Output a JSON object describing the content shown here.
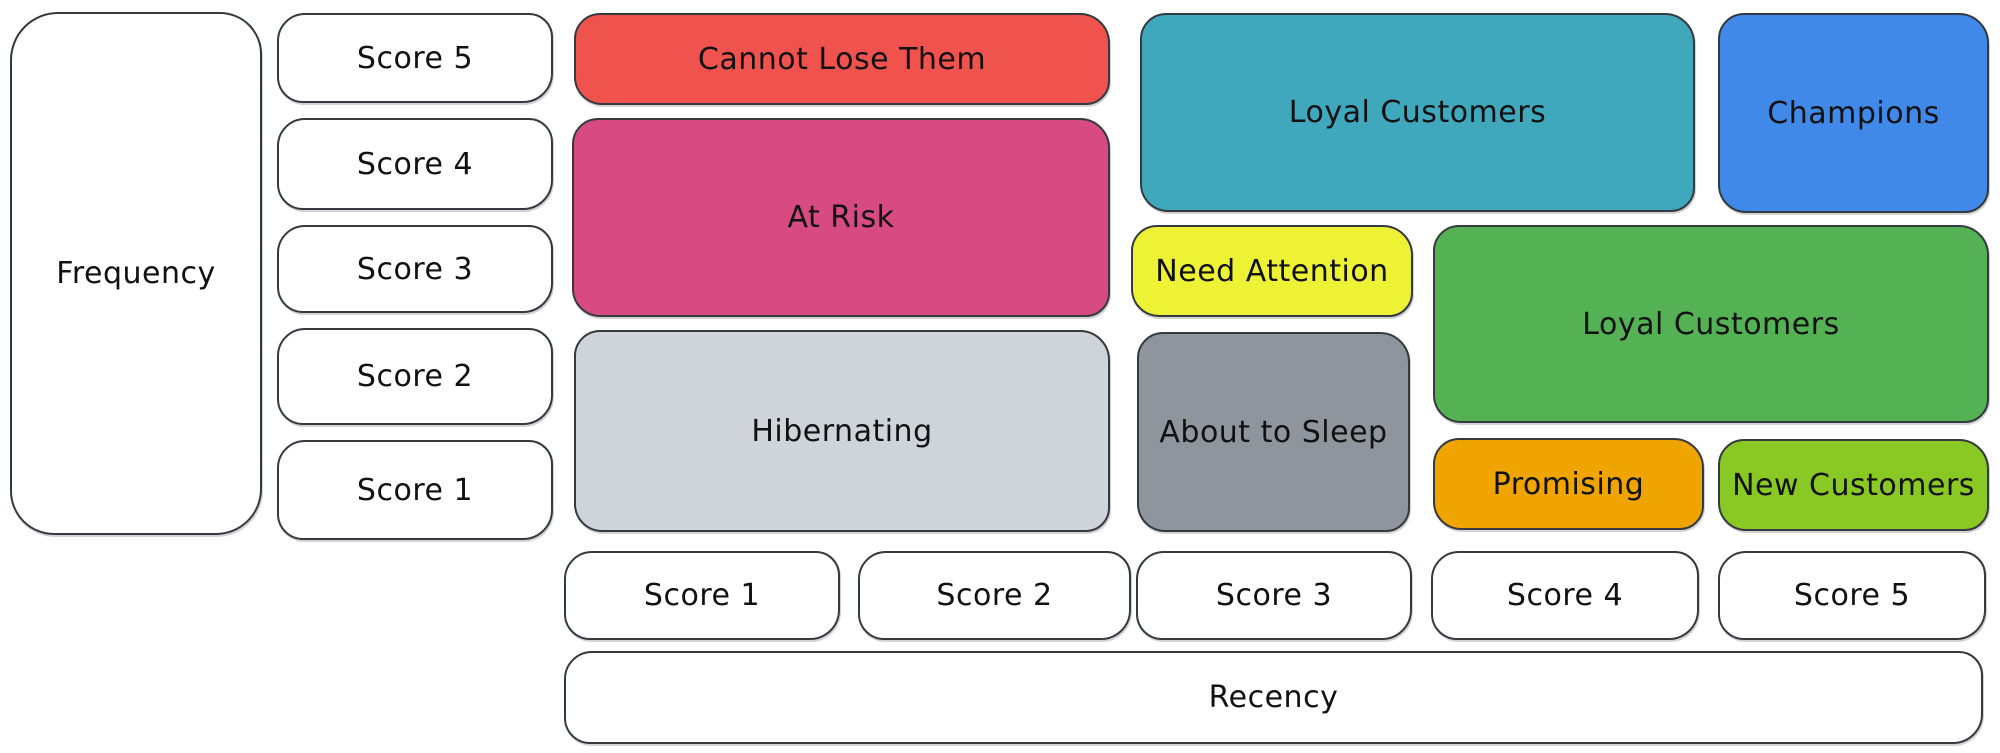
{
  "frequency": {
    "label": "Frequency",
    "scores": [
      "Score 5",
      "Score 4",
      "Score 3",
      "Score 2",
      "Score 1"
    ]
  },
  "recency": {
    "label": "Recency",
    "scores": [
      "Score 1",
      "Score 2",
      "Score 3",
      "Score 4",
      "Score 5"
    ]
  },
  "segments": [
    {
      "label": "Cannot Lose Them",
      "color": "#f0534e"
    },
    {
      "label": "At Risk",
      "color": "#d74a82"
    },
    {
      "label": "Hibernating",
      "color": "#ced4da"
    },
    {
      "label": "Loyal Customers",
      "color": "#3fa8bd"
    },
    {
      "label": "Champions",
      "color": "#4189e8"
    },
    {
      "label": "Need Attention",
      "color": "#edf235"
    },
    {
      "label": "Loyal Customers",
      "color": "#54b254"
    },
    {
      "label": "About to Sleep",
      "color": "#8e959d"
    },
    {
      "label": "Promising",
      "color": "#f0a400"
    },
    {
      "label": "New Customers",
      "color": "#8ac823"
    }
  ],
  "style": {
    "stroke": "#343a40",
    "text": "#111111",
    "box_fill": "#ffffff"
  }
}
